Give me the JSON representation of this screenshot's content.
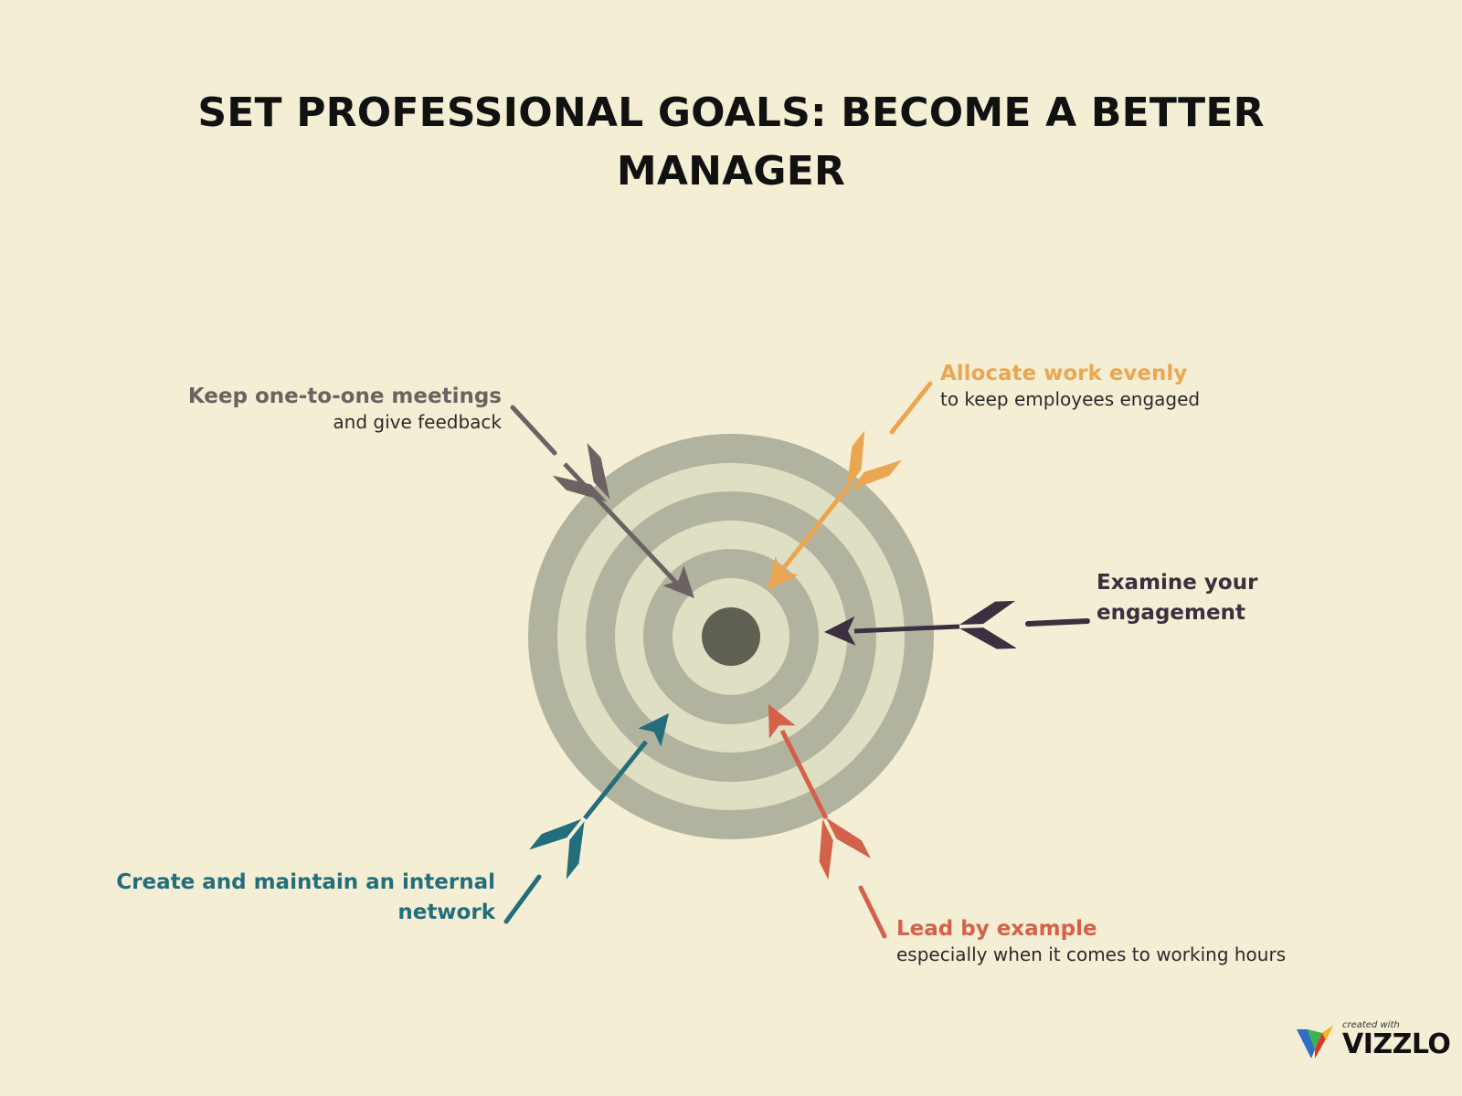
{
  "title": {
    "line1": "SET PROFESSIONAL GOALS: BECOME A BETTER",
    "line2": "MANAGER"
  },
  "items": [
    {
      "id": "one-to-one",
      "main": "Keep one-to-one meetings",
      "sub": "and give feedback",
      "color": "#6b6262"
    },
    {
      "id": "allocate",
      "main": "Allocate work evenly",
      "sub": "to keep employees engaged",
      "color": "#eba652"
    },
    {
      "id": "examine",
      "main": "Examine your",
      "main2": "engagement",
      "color": "#3a3040"
    },
    {
      "id": "network",
      "main": "Create and maintain an internal",
      "main2": "network",
      "color": "#246d7a"
    },
    {
      "id": "lead",
      "main": "Lead by example",
      "sub": "especially when it comes to working hours",
      "color": "#d4614a"
    }
  ],
  "target": {
    "ring_dark": "#b2b39e",
    "ring_light": "#dfdfc3",
    "bullseye": "#5f5f53"
  },
  "logo": {
    "small_text": "created with",
    "brand": "VIZZLO"
  }
}
